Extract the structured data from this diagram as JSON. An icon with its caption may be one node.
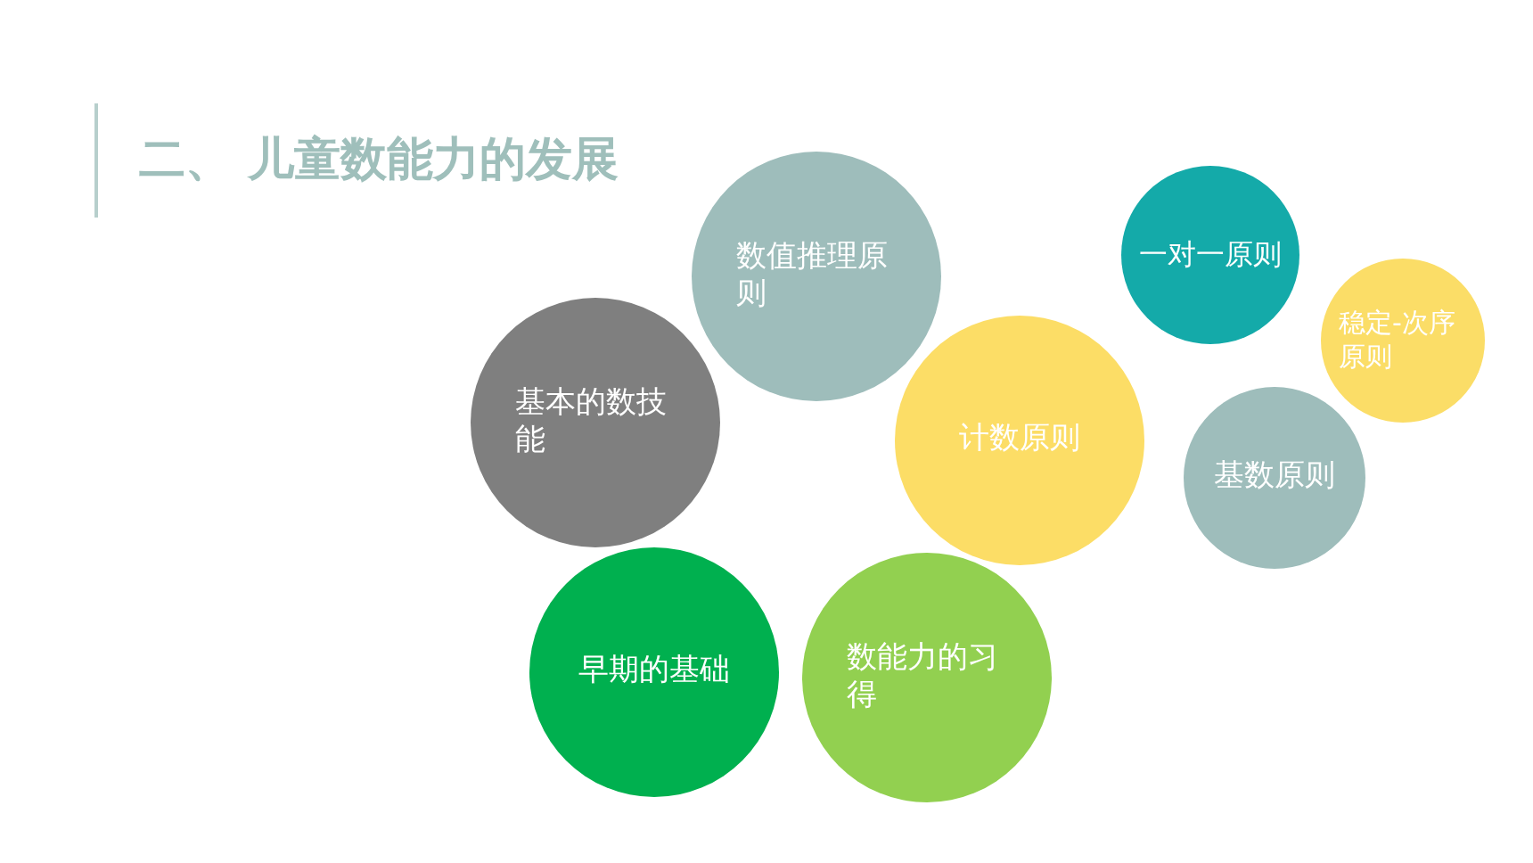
{
  "diagram": {
    "title": "二、 儿童数能力的发展",
    "nodes": [
      {
        "text": [
          "数值推理原则"
        ]
      },
      {
        "text": [
          "一对一原则"
        ]
      },
      {
        "text": [
          "稳定-次序原则"
        ]
      },
      {
        "text": [
          "基本的数技能"
        ]
      },
      {
        "text": [
          "计数原则"
        ]
      },
      {
        "text": [
          "基数原则"
        ]
      },
      {
        "text": [
          "早期的基础"
        ]
      },
      {
        "text": [
          "数能力的习得"
        ]
      }
    ]
  }
}
